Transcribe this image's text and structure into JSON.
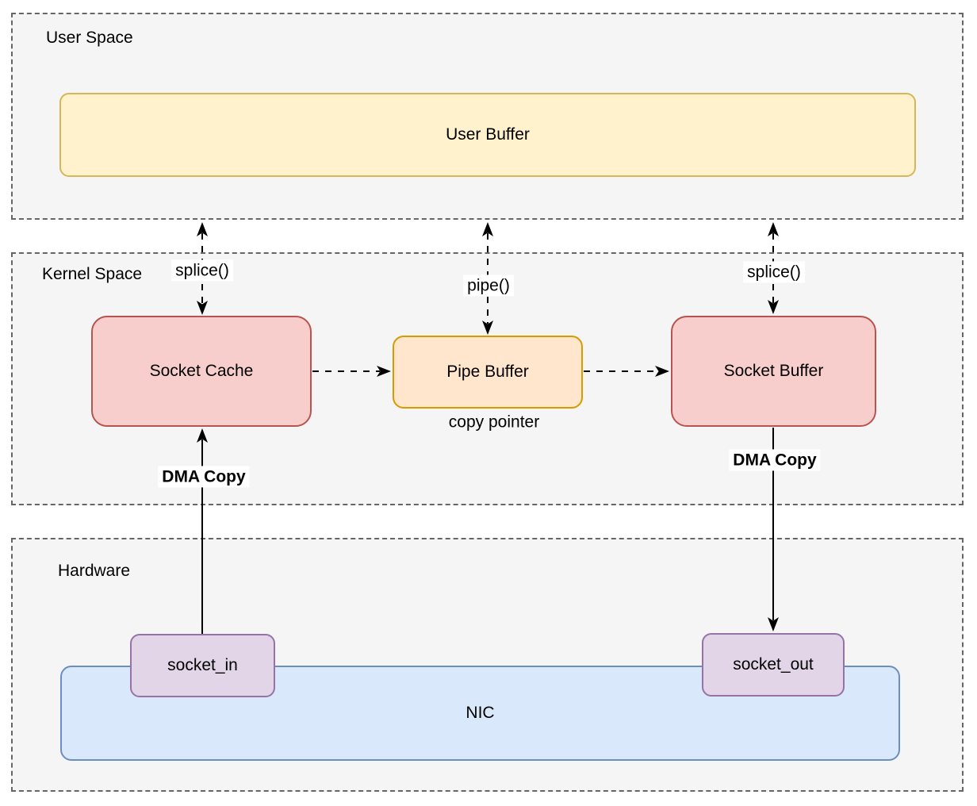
{
  "regions": {
    "user_space": {
      "label": "User Space"
    },
    "kernel_space": {
      "label": "Kernel Space"
    },
    "hardware": {
      "label": "Hardware"
    }
  },
  "nodes": {
    "user_buffer": {
      "label": "User Buffer"
    },
    "socket_cache": {
      "label": "Socket Cache"
    },
    "pipe_buffer": {
      "label": "Pipe Buffer"
    },
    "socket_buffer": {
      "label": "Socket Buffer"
    },
    "socket_in": {
      "label": "socket_in"
    },
    "socket_out": {
      "label": "socket_out"
    },
    "nic": {
      "label": "NIC"
    }
  },
  "edges": {
    "splice_left": {
      "label": "splice()",
      "style": "dashed",
      "direction": "bidirectional",
      "from": "user_space_boundary",
      "to": "socket_cache"
    },
    "pipe": {
      "label": "pipe()",
      "style": "dashed",
      "direction": "bidirectional",
      "from": "user_space_boundary",
      "to": "pipe_buffer"
    },
    "splice_right": {
      "label": "splice()",
      "style": "dashed",
      "direction": "bidirectional",
      "from": "user_space_boundary",
      "to": "socket_buffer"
    },
    "copy_pointer_1": {
      "label": "",
      "style": "dashed",
      "direction": "right",
      "from": "socket_cache",
      "to": "pipe_buffer"
    },
    "copy_pointer_2": {
      "label": "copy pointer",
      "style": "dashed",
      "direction": "right",
      "from": "pipe_buffer",
      "to": "socket_buffer"
    },
    "dma_copy_left": {
      "label": "DMA Copy",
      "style": "solid",
      "direction": "up",
      "from": "socket_in",
      "to": "socket_cache"
    },
    "dma_copy_right": {
      "label": "DMA Copy",
      "style": "solid",
      "direction": "down",
      "from": "socket_buffer",
      "to": "socket_out"
    }
  },
  "colors": {
    "region-fill": "#f5f5f5",
    "region-stroke": "#666666",
    "user-buffer-fill": "#fff2cc",
    "user-buffer-stroke": "#d6b656",
    "socket-fill": "#f8cecc",
    "socket-stroke": "#b85450",
    "pipe-fill": "#ffe6cc",
    "pipe-stroke": "#d79b00",
    "port-fill": "#e1d5e7",
    "port-stroke": "#9673a6",
    "nic-fill": "#dae8fc",
    "nic-stroke": "#6c8ebf",
    "arrow": "#000000",
    "text": "#000000"
  }
}
